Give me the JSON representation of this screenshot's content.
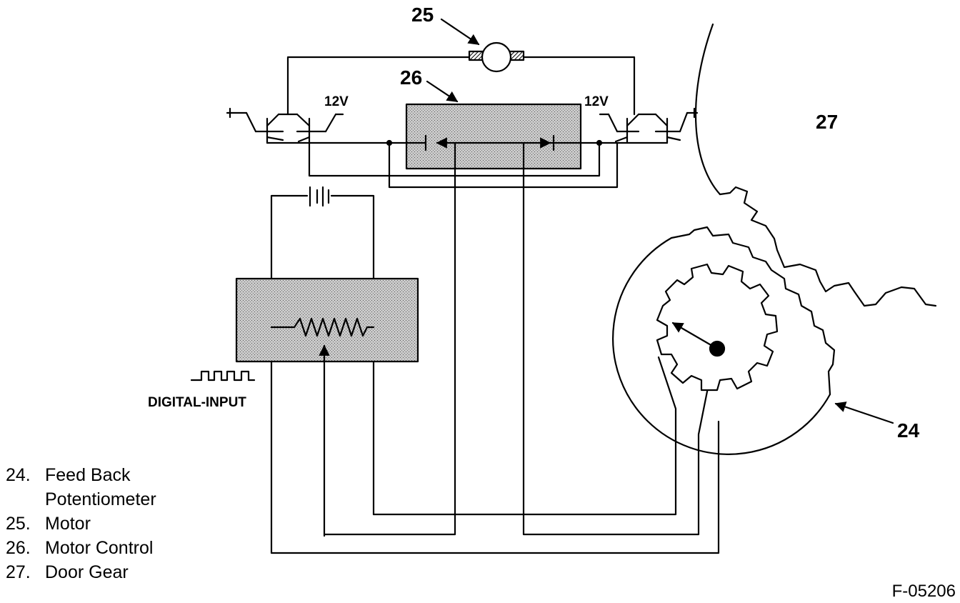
{
  "callouts": {
    "c24": "24",
    "c25": "25",
    "c26": "26",
    "c27": "27"
  },
  "supply": {
    "left": "12V",
    "right": "12V"
  },
  "digital_input": "DIGITAL-INPUT",
  "legend": [
    {
      "num": "24.",
      "lines": [
        "Feed Back",
        "Potentiometer"
      ]
    },
    {
      "num": "25.",
      "lines": [
        "Motor"
      ]
    },
    {
      "num": "26.",
      "lines": [
        "Motor Control"
      ]
    },
    {
      "num": "27.",
      "lines": [
        "Door Gear"
      ]
    }
  ],
  "figure_id": "F-05206"
}
